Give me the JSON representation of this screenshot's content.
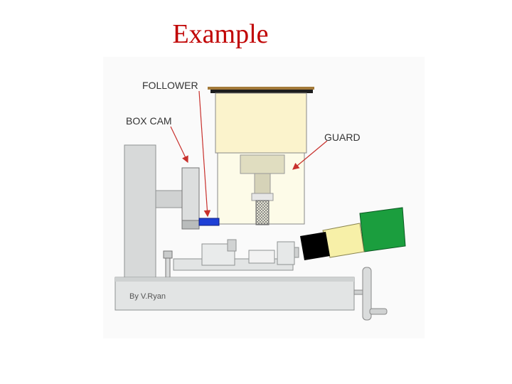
{
  "slide": {
    "title": "Example"
  },
  "diagram": {
    "labels": {
      "follower": "FOLLOWER",
      "box_cam": "BOX CAM",
      "guard": "GUARD",
      "credit": "By V.Ryan"
    },
    "colors": {
      "title": "#c00000",
      "arrow": "#c8302c",
      "guard_fill": "#fdf9d8",
      "follower": "#1e3fd6",
      "sleeve": "#1b9e3e",
      "frame": "#d7d9d9"
    }
  }
}
